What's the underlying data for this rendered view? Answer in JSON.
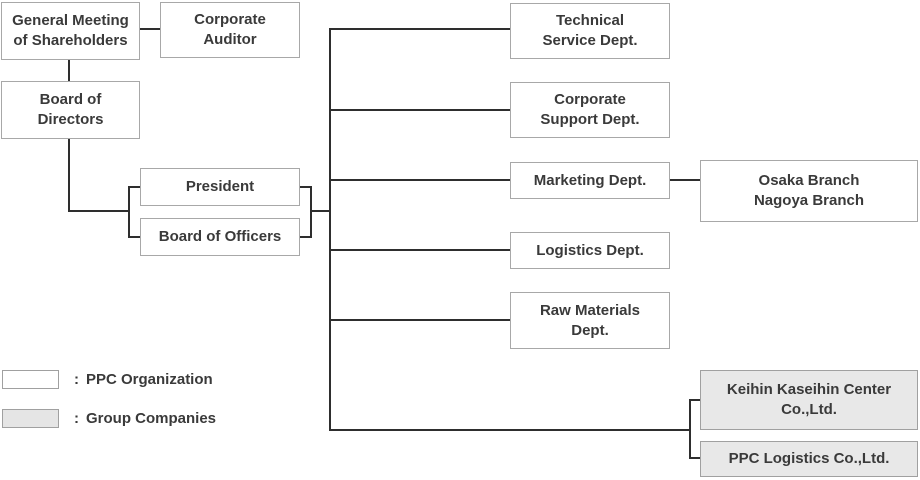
{
  "diagram": {
    "title": "PPC organization chart",
    "colors": {
      "line": "#2e2e2e",
      "box_border": "#a8a8a8",
      "group_company_fill": "#e8e8e8",
      "text": "#3a3a3a",
      "background": "#ffffff"
    },
    "nodes": {
      "general_meeting": {
        "label": "General Meeting\nof Shareholders",
        "type": "ppc"
      },
      "corporate_auditor": {
        "label": "Corporate\nAuditor",
        "type": "ppc"
      },
      "board_of_directors": {
        "label": "Board of\nDirectors",
        "type": "ppc"
      },
      "president": {
        "label": "President",
        "type": "ppc"
      },
      "board_of_officers": {
        "label": "Board of Officers",
        "type": "ppc"
      },
      "technical_service": {
        "label": "Technical\nService Dept.",
        "type": "ppc"
      },
      "corporate_support": {
        "label": "Corporate\nSupport Dept.",
        "type": "ppc"
      },
      "marketing": {
        "label": "Marketing Dept.",
        "type": "ppc"
      },
      "logistics": {
        "label": "Logistics Dept.",
        "type": "ppc"
      },
      "raw_materials": {
        "label": "Raw Materials\nDept.",
        "type": "ppc"
      },
      "osaka_nagoya": {
        "label": "Osaka Branch\nNagoya Branch",
        "type": "ppc"
      },
      "keihin_kaseihin": {
        "label": "Keihin Kaseihin Center\nCo.,Ltd.",
        "type": "group"
      },
      "ppc_logistics": {
        "label": "PPC Logistics Co.,Ltd.",
        "type": "group"
      }
    },
    "legend": {
      "items": [
        {
          "swatch": "white",
          "separator": ":",
          "label": "PPC Organization"
        },
        {
          "swatch": "gray",
          "separator": ":",
          "label": "Group Companies"
        }
      ]
    }
  }
}
